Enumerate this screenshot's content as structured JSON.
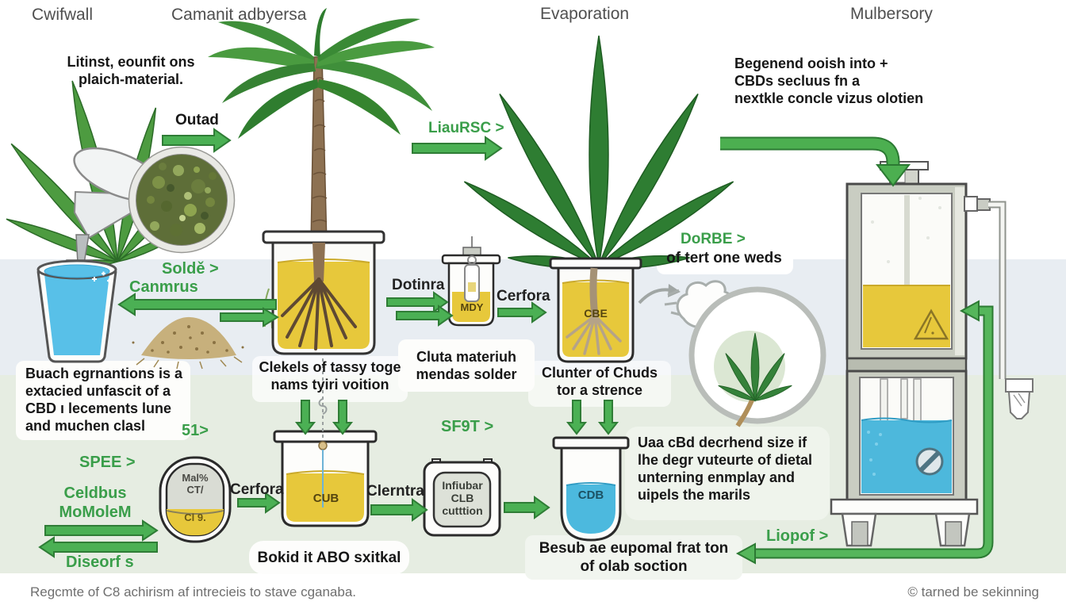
{
  "colors": {
    "arrow_green": "#4bb054",
    "arrow_border": "#2f7d36",
    "label_green": "#3a9e4a",
    "liquid_yellow": "#e7c83b",
    "liquid_blue": "#53bde4",
    "band_blue": "#e8edf2",
    "band_green": "#e6ede2",
    "leaf_green": "#3f8f3a",
    "title_gray": "#4f4f4f"
  },
  "titles": {
    "t1": "Cwifwall",
    "t2": "Camanit adbyersa",
    "t3": "Evaporation",
    "t4": "Mulbersory"
  },
  "labels": {
    "note_plant": "Litinst, eounfit ons\nplaich-material.",
    "outad": "Outad",
    "liaursc": "LiauRSC >",
    "begenend": "Begenend ooish into +\nCBDs secluus fn a\nnextkle concle vizus olotien",
    "solde": "Soldě >",
    "canmrus": "Canmrus",
    "dotinra": "Dotinra",
    "cerfora_top": "Cerfora",
    "dorbe": "DoRBE >",
    "dorbe_sub": "of tert one weds",
    "buach": "Buach egrnantions is a\nextacied unfascit of a\nCBD ı lecements lune\nand muchen clasl",
    "clekels": "Clekels of tassy toge\nnams tyiri voition",
    "cluta": "Cluta materiuh\nmendas solder",
    "clunter": "Clunter of Chuds\ntor a strence",
    "n51": "51>",
    "spee": "SPEE >",
    "celdbus": "Celdbus\nMoMoleM",
    "diseorf": "Diseorf s",
    "cerfora_bottom": "Cerfora",
    "clerntra": "Clerntra",
    "sfst": "SF9T >",
    "uaa": "Uaa cBd decrhend size if\nlhe degr vuteurte of dietal\nunterning enmplay and\nuipels the marils",
    "liopof": "Liopof >",
    "bokid": "Bokid it ABO sxitkal",
    "besub": "Besub ae eupomal frat ton\nof olab soction"
  },
  "vessels": {
    "mdy": "MDY",
    "cbe": "CBE",
    "cub": "CUB",
    "cdb": "CDB",
    "capsule_top": "Mal%\nCT/",
    "capsule_bottom": "Cl 9.",
    "jar": "Infiubar\nCLB\ncutttion"
  },
  "icons": {
    "flask_symbol": "triangle-flask-icon",
    "no_symbol": "no-entry-icon"
  },
  "footer": {
    "left": "Regcmte of C8 achirism af intrecieis to stave cganaba.",
    "right": "© tarned be sekinning"
  }
}
